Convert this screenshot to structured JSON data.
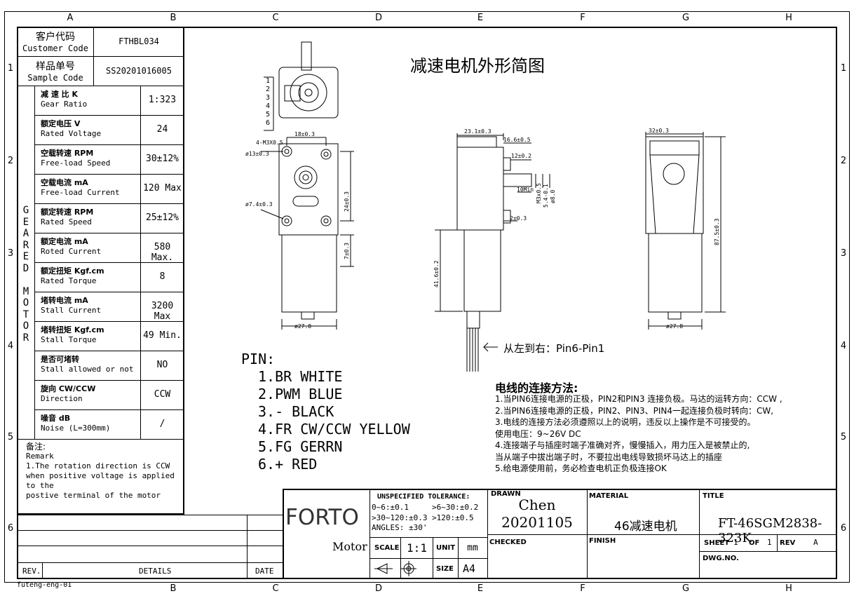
{
  "zones": {
    "cols": [
      "A",
      "B",
      "C",
      "D",
      "E",
      "F",
      "G",
      "H"
    ],
    "rows": [
      "1",
      "2",
      "3",
      "4",
      "5",
      "6"
    ]
  },
  "header_table": {
    "customer_code_cn": "客户代码",
    "customer_code_en": "Customer Code",
    "customer_code_value": "FTHBL034",
    "sample_code_cn": "样品单号",
    "sample_code_en": "Sample Code",
    "sample_code_value": "SS20201016005"
  },
  "side_label": [
    "G",
    "E",
    "A",
    "R",
    "E",
    "D",
    "",
    "M",
    "O",
    "T",
    "O",
    "R"
  ],
  "specs": [
    {
      "cn": "减 速 比 K",
      "en": "Gear Ratio",
      "value": "1:323"
    },
    {
      "cn": "额定电压 V",
      "en": "Rated Voltage",
      "value": "24"
    },
    {
      "cn": "空载转速 RPM",
      "en": "Free-load Speed",
      "value": "30±12%"
    },
    {
      "cn": "空载电流 mA",
      "en": "Free-load Current",
      "value": "120 Max"
    },
    {
      "cn": "额定转速 RPM",
      "en": "Rated Speed",
      "value": "25±12%"
    },
    {
      "cn": "额定电流 mA",
      "en": "Roted Current",
      "value": "580 Max."
    },
    {
      "cn": "额定扭矩 Kgf.cm",
      "en": "Rated Torque",
      "value": "8"
    },
    {
      "cn": "堵转电流 mA",
      "en": "Stall Current",
      "value": "3200 Max"
    },
    {
      "cn": "堵转扭矩 Kgf.cm",
      "en": "Stall Torque",
      "value": "49 Min."
    },
    {
      "cn": "是否可堵转",
      "en": "Stall allowed or not",
      "value": "NO"
    },
    {
      "cn": "旋向 CW/CCW",
      "en": "Direction",
      "value": "CCW"
    },
    {
      "cn": "噪音 dB",
      "en": "Noise (L=300mm)",
      "value": "/"
    }
  ],
  "remark": {
    "title_cn": "备注:",
    "title_en": "Remark",
    "line1": "1.The rotation direction is CCW",
    "line2": "when positive voltage is applied",
    "line3": "to the",
    "line4": "postive terminal of the motor"
  },
  "drawing_title": "减速电机外形简图",
  "dims": {
    "d18": "18±0.3",
    "m3": "4-M3X0.5",
    "d13": "ø13±0.3",
    "d74": "ø7.4±0.3",
    "d24": "24±0.3",
    "d7": "7±0.3",
    "d278a": "ø27.8",
    "d231": "23.1±0.3",
    "d166": "16.6±0.5",
    "d12": "12±0.2",
    "d10": "10Min",
    "m3b": "M3x0.5",
    "d54": "5.4-0.1",
    "d8": "ø8.0",
    "d2": "2±0.3",
    "d416": "41.6±0.2",
    "d32": "32±0.3",
    "d875": "87.5±0.3",
    "d278b": "ø27.8"
  },
  "connector_numbers": [
    "1",
    "2",
    "3",
    "4",
    "5",
    "6"
  ],
  "pin_direction": "从左到右：Pin6-Pin1",
  "pins": {
    "title": "PIN:",
    "items": [
      "1.BR WHITE",
      "2.PWM BLUE",
      "3.- BLACK",
      "4.FR CW/CCW YELLOW",
      "5.FG GERRN",
      "6.+ RED"
    ]
  },
  "wiring": {
    "title": "电线的连接方法:",
    "lines": [
      "1.当PIN6连接电源的正极，PIN2和PIN3 连接负极。马达的运转方向：CCW ,",
      "2.当PIN6连接电源的正极，PIN2、PIN3、PIN4一起连接负极时转向：CW,",
      "3.电线的连接方法必须遵照以上的说明，违反以上操作是不可接受的。",
      "使用电压：9~26V DC",
      "4.连接端子与插座时端子准确对齐，慢慢插入，用力压入是被禁止的,",
      "当从端子中拔出端子时，不要拉出电线导致损坏马达上的插座",
      "5.给电源使用前，务必检查电机正负极连接OK"
    ]
  },
  "title_block": {
    "rev_label": "REV.",
    "details_label": "DETAILS",
    "date_label": "DATE",
    "logo": "FORTO",
    "logo_sub": "Motor",
    "tolerance_title": "UNSPECIFIED TOLERANCE:",
    "tol1": "0~6:±0.1",
    "tol2": ">6~30:±0.2",
    "tol3": ">30~120:±0.3",
    "tol4": ">120:±0.5",
    "angles": "ANGLES:  ±30'",
    "scale_label": "SCALE",
    "scale_value": "1:1",
    "unit_label": "UNIT",
    "unit_value": "mm",
    "size_label": "SIZE",
    "size_value": "A4",
    "drawn_label": "DRAWN",
    "drawn_name": "Chen",
    "drawn_date": "20201105",
    "checked_label": "CHECKED",
    "material_label": "MATERIAL",
    "material_value": "46减速电机",
    "finish_label": "FINISH",
    "title_label": "TITLE",
    "title_value": "FT-46SGM2838-323K",
    "sheet_label": "SHEET",
    "sheet_num": "1",
    "of_label": "OF",
    "sheet_total": "1",
    "rev_label2": "REV",
    "rev_value": "A",
    "dwg_label": "DWG.NO."
  },
  "footer": "futeng-eng-01"
}
